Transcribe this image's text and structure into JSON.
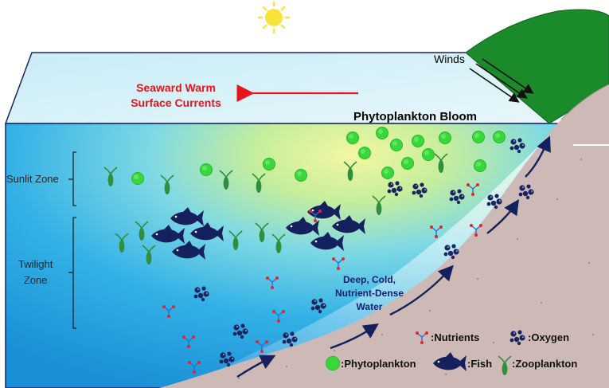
{
  "labels": {
    "winds": "Winds",
    "seaward_current_line1": "Seaward Warm",
    "seaward_current_line2": "Surface Currents",
    "bloom": "Phytoplankton Bloom",
    "sunlit_zone": "Sunlit Zone",
    "twilight_zone_line1": "Twilight",
    "twilight_zone_line2": "Zone",
    "deep_water_line1": "Deep, Cold,",
    "deep_water_line2": "Nutrient-Dense",
    "deep_water_line3": "Water"
  },
  "legend": {
    "nutrients": ":Nutrients",
    "oxygen": ":Oxygen",
    "phytoplankton": ":Phytoplankton",
    "fish": ":Fish",
    "zooplankton": ":Zooplankton"
  },
  "colors": {
    "sun": "#f9e23a",
    "land_green": "#1b8a2a",
    "seafloor": "#cdbab6",
    "phytoplankton": "#39d83a",
    "zooplankton": "#2f8f3c",
    "fish": "#14215e",
    "arrow_current": "#e8141b",
    "arrow_upwelling": "#14215e",
    "nutrient_red": "#e0262b",
    "nutrient_blue": "#2a6fd6"
  },
  "icons": [
    "sun-icon",
    "wind-arrow-icon",
    "phytoplankton-icon",
    "zooplankton-icon",
    "fish-icon",
    "nutrient-icon",
    "oxygen-icon",
    "upwelling-arrow-icon"
  ]
}
